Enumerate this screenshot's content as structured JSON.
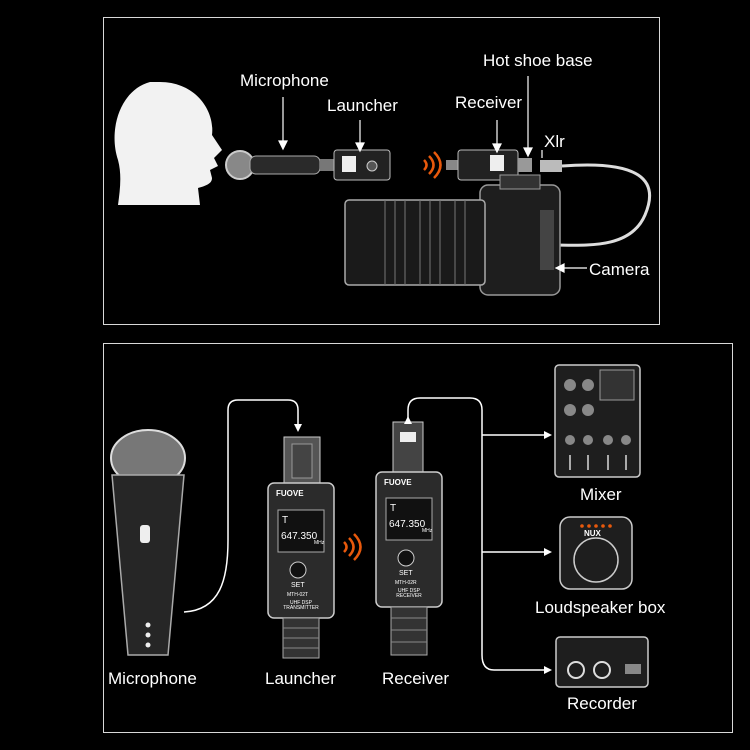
{
  "top_panel": {
    "labels": {
      "microphone": "Microphone",
      "launcher": "Launcher",
      "receiver": "Receiver",
      "hot_shoe_base": "Hot shoe base",
      "xlr": "Xlr",
      "camera": "Camera"
    }
  },
  "bottom_panel": {
    "labels": {
      "microphone": "Microphone",
      "launcher": "Launcher",
      "receiver": "Receiver",
      "mixer": "Mixer",
      "loudspeaker_box": "Loudspeaker box",
      "recorder": "Recorder"
    },
    "transmitter_device": {
      "brand": "FUOVE",
      "frequency": "647.350",
      "unit": "MHz",
      "channel": "T",
      "set_label": "SET",
      "model": "MTH-02T",
      "description": "UHF DSP TRANSMITTER"
    },
    "receiver_device": {
      "brand": "FUOVE",
      "frequency": "647.350",
      "unit": "MHz",
      "channel": "T",
      "set_label": "SET",
      "model": "MTH-02R",
      "description": "UHF DSP RECEIVER"
    },
    "speaker_brand": "NUX"
  },
  "colors": {
    "signal": "#e8590c",
    "line": "#ffffff",
    "device_body": "#2b2b2b"
  }
}
